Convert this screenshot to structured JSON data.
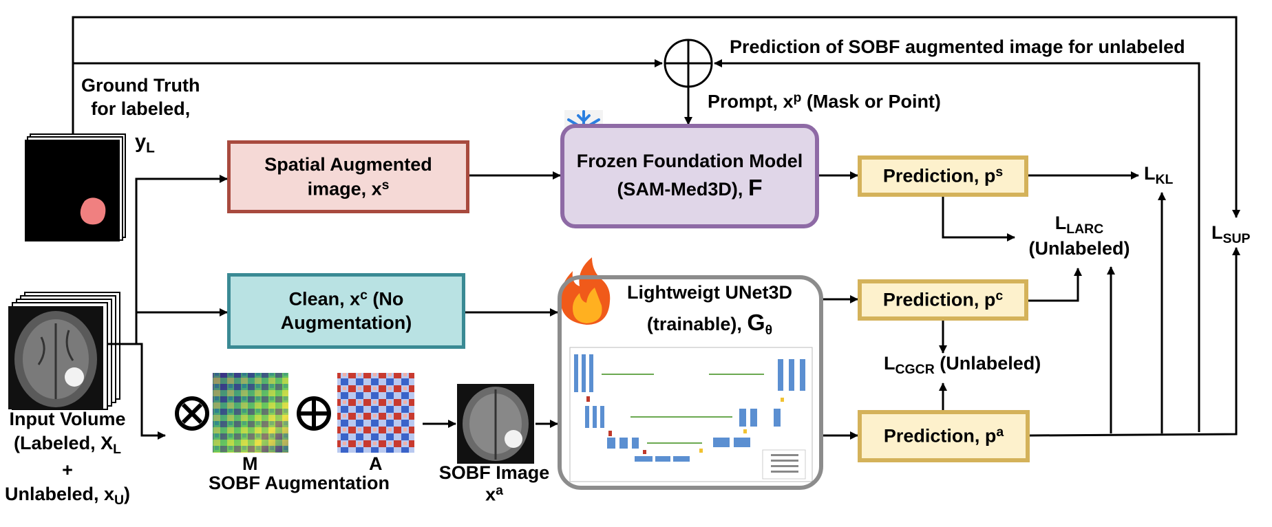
{
  "labels": {
    "gt": {
      "line1": "Ground Truth",
      "line2": "for labeled,",
      "sym": "y",
      "sub": "L"
    },
    "prompt": {
      "text": "Prompt, x",
      "sup": "p",
      "rest": " (Mask or Point)"
    },
    "top_feedback": "Prediction of SOBF augmented image for unlabeled",
    "input": {
      "line1": "Input Volume",
      "line2a": "(Labeled, X",
      "line2sub": "L",
      "line3": "+",
      "line4a": "Unlabeled, x",
      "line4sub": "U",
      "line4b": ")"
    },
    "m": "M",
    "a": "A",
    "sobf_aug": "SOBF Augmentation",
    "sobf_image": {
      "line1": "SOBF Image",
      "sym": "x",
      "sup": "a"
    },
    "unet_title": {
      "line1": "Lightweigt UNet3D",
      "line2": "(trainable), ",
      "sym": "G",
      "sub": "θ"
    },
    "l_kl": {
      "sym": "L",
      "sub": "KL"
    },
    "l_larc": {
      "sym": "L",
      "sub": "LARC",
      "note": "(Unlabeled)"
    },
    "l_sup": {
      "sym": "L",
      "sub": "SUP"
    },
    "l_cgcr": {
      "sym": "L",
      "sub": "CGCR",
      "note": " (Unlabeled)"
    }
  },
  "boxes": {
    "spatial": {
      "line1": "Spatial Augmented",
      "line2": "image, x",
      "sup": "s"
    },
    "clean": {
      "line1": "Clean, x",
      "sup": "c",
      "rest": " (No",
      "line2": "Augmentation)"
    },
    "frozen": {
      "line1": "Frozen Foundation Model",
      "line2": "(SAM-Med3D), ",
      "sym": "F"
    },
    "pred_s": {
      "text": "Prediction, p",
      "sup": "s"
    },
    "pred_c": {
      "text": "Prediction, p",
      "sup": "c"
    },
    "pred_a": {
      "text": "Prediction, p",
      "sup": "a"
    }
  },
  "colors": {
    "spatial_fill": "#f5d9d6",
    "spatial_border": "#a84a3e",
    "clean_fill": "#b9e2e3",
    "clean_border": "#3a8a94",
    "frozen_fill": "#e0d6e8",
    "frozen_border": "#8e6aa5",
    "pred_fill": "#fdf1cc",
    "pred_border": "#d4b25a",
    "unet_border": "#8c8c8c",
    "sobf_fill": "#f5d9d6",
    "sobf_border": "#a84a3e",
    "mask_red": "#f08080"
  },
  "icons": {
    "frozen": "snowflake-icon",
    "trainable": "fire-icon",
    "times": "circled-times-icon",
    "plus": "circled-plus-icon",
    "sum": "circled-plus-node"
  }
}
